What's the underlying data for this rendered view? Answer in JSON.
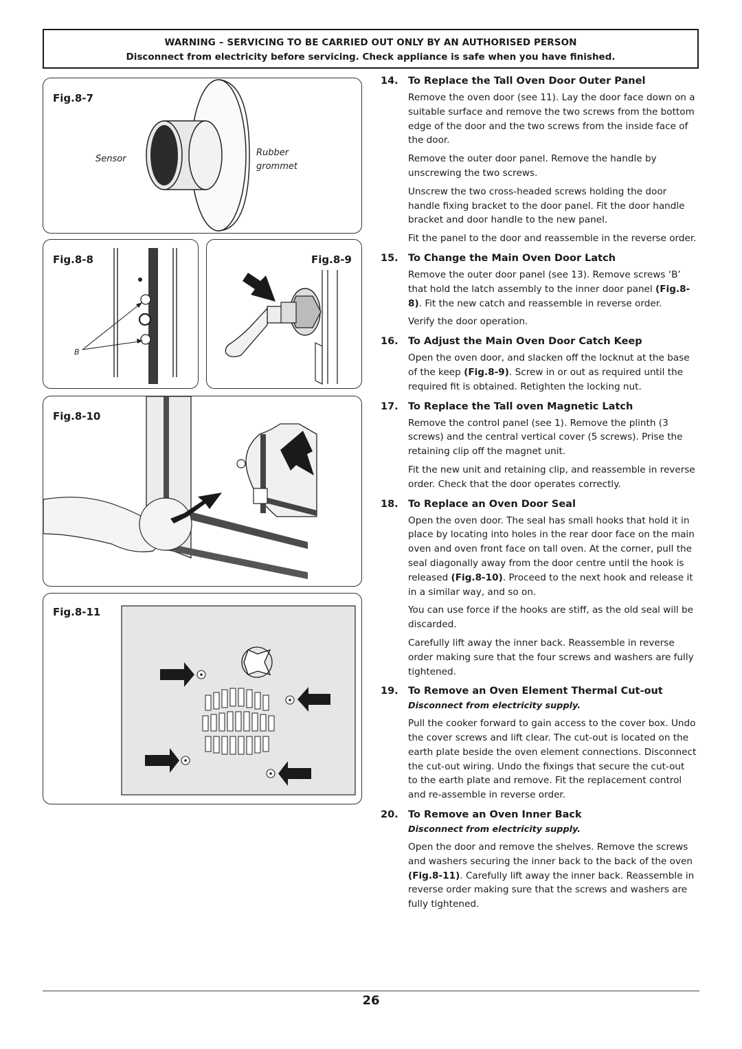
{
  "warning": {
    "title": "WARNING – SERVICING TO BE CARRIED OUT ONLY BY AN AUTHORISED PERSON",
    "subtitle": "Disconnect from electricity before servicing. Check appliance is safe when you have finished."
  },
  "figures": {
    "fig7": {
      "label": "Fig.8-7",
      "sensor": "Sensor",
      "rubber": "Rubber",
      "grommet": "grommet"
    },
    "fig8": {
      "label": "Fig.8-8",
      "marker": "B"
    },
    "fig9": {
      "label": "Fig.8-9"
    },
    "fig10": {
      "label": "Fig.8-10"
    },
    "fig11": {
      "label": "Fig.8-11"
    }
  },
  "sections": [
    {
      "num": "14.",
      "title": "To Replace the Tall Oven Door Outer Panel",
      "paras": [
        "Remove the oven door (see 11). Lay the door face down on a suitable surface and remove the two screws from the bottom edge of the door and the two screws from the inside face of the door.",
        "Remove the outer door panel. Remove the handle by unscrewing the two screws.",
        "Unscrew the two cross-headed screws holding the door handle fixing bracket to the door panel. Fit the door handle bracket and door handle to the new panel.",
        "Fit the panel to the door and reassemble in the reverse order."
      ]
    },
    {
      "num": "15.",
      "title": "To Change the Main Oven Door Latch",
      "p1_pre": "Remove the outer door panel (see 13). Remove screws ‘B’ that hold the latch assembly to the inner door panel ",
      "p1_ref": "(Fig.8-8)",
      "p1_post": ". Fit the new catch and reassemble in reverse order.",
      "p2": "Verify the door operation."
    },
    {
      "num": "16.",
      "title": "To Adjust the Main Oven Door Catch Keep",
      "p1_pre": "Open the oven door, and slacken off the locknut at the base of the keep ",
      "p1_ref": "(Fig.8-9)",
      "p1_post": ". Screw in or out as required until the required fit is obtained. Retighten the locking nut."
    },
    {
      "num": "17.",
      "title": "To Replace the Tall oven Magnetic Latch",
      "paras": [
        "Remove the control panel (see 1). Remove the plinth (3 screws) and the central vertical cover (5 screws). Prise the retaining clip off the magnet unit.",
        "Fit the new unit and retaining clip, and reassemble in reverse order. Check that the door operates correctly."
      ]
    },
    {
      "num": "18.",
      "title": "To Replace an Oven Door Seal",
      "p1_pre": "Open the oven door. The seal has small hooks that hold it in place by locating into holes in the rear door face on the main oven and oven front face on tall oven. At the corner, pull the seal diagonally away from the door centre until the hook is released ",
      "p1_ref": "(Fig.8-10)",
      "p1_post": ". Proceed to the next hook and release it in a similar way, and so on.",
      "p2": "You can use force if the hooks are stiff, as the old seal will be discarded.",
      "p3": "Carefully lift away the inner back. Reassemble in reverse order making sure that the four screws and washers are fully tightened."
    },
    {
      "num": "19.",
      "title": "To Remove an Oven Element Thermal Cut-out",
      "note": "Disconnect from electricity supply.",
      "p1": "Pull the cooker forward to gain access to the cover box. Undo the cover screws and lift clear. The cut-out is located on the earth plate beside the oven element connections. Disconnect the cut-out wiring. Undo the fixings that secure the cut-out to the earth plate and remove. Fit the replacement control and re-assemble in reverse order."
    },
    {
      "num": "20.",
      "title": "To Remove an Oven Inner Back",
      "note": "Disconnect from electricity supply.",
      "p1_pre": "Open the door and remove the shelves. Remove the screws and washers securing the inner back to the back of the oven ",
      "p1_ref": "(Fig.8-11)",
      "p1_post": ". Carefully lift away the inner back. Reassemble in reverse order making sure that the screws and washers are fully tightened."
    }
  ],
  "page_number": "26"
}
